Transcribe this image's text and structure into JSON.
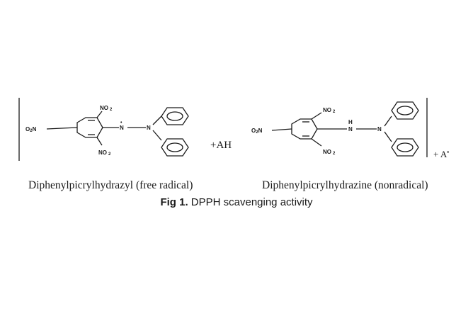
{
  "reactant": {
    "name": "Diphenylpicrylhydrazyl (free radical)",
    "nitro_label": "NO",
    "nitro_left_label": "O",
    "nitro_sub": "2",
    "nitrogen_label": "N",
    "radical_dot": "•",
    "reagent": "+AH"
  },
  "product": {
    "name": "Diphenylpicrylhydrazine (nonradical)",
    "nitro_label": "NO",
    "nitro_left_label": "O",
    "nitro_sub": "2",
    "nitrogen_label": "N",
    "hydrogen_label": "H",
    "byproduct": "+ A",
    "byproduct_dot": "▪"
  },
  "caption": {
    "label": "Fig 1.",
    "text": " DPPH scavenging activity"
  }
}
